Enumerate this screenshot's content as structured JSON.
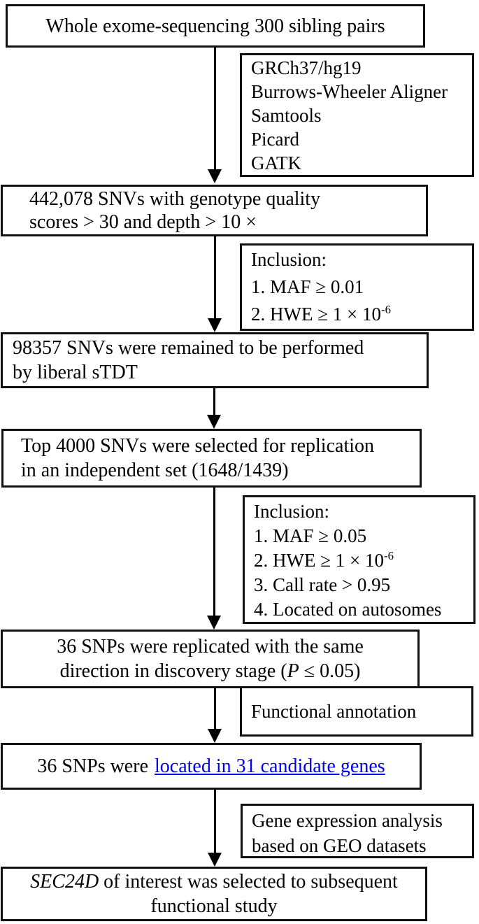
{
  "flowchart": {
    "boxes": {
      "b1": {
        "text": "Whole exome-sequencing 300 sibling pairs"
      },
      "tools": {
        "lines": [
          "GRCh37/hg19",
          "Burrows-Wheeler Aligner",
          "Samtools",
          "Picard",
          "GATK"
        ]
      },
      "b2": {
        "line1": "442,078 SNVs with genotype quality",
        "line2": "scores > 30 and depth > 10 ×"
      },
      "inclusion1": {
        "title": "Inclusion:",
        "item1": "1. MAF ≥ 0.01",
        "item2_base": "2. HWE ≥ 1 × 10",
        "item2_sup": "-6"
      },
      "b3": {
        "line1": "98357 SNVs were remained to be performed",
        "line2": "by liberal sTDT"
      },
      "b4": {
        "line1": "Top 4000 SNVs were selected for replication",
        "line2": "in an independent set (1648/1439)"
      },
      "inclusion2": {
        "title": "Inclusion:",
        "item1": "1. MAF ≥ 0.05",
        "item2_base": "2. HWE ≥ 1 × 10",
        "item2_sup": "-6",
        "item3": "3. Call rate > 0.95",
        "item4": "4. Located on autosomes"
      },
      "b5": {
        "line1": "36 SNPs were replicated with the same",
        "line2_pre": "direction in discovery stage (",
        "line2_var": "P",
        "line2_post": " ≤ 0.05)"
      },
      "functional": {
        "text": "Functional annotation"
      },
      "b6": {
        "prefix": "36 SNPs were",
        "link_text": "located in 31 candidate genes"
      },
      "geo": {
        "line1": "Gene expression analysis",
        "line2": "based on GEO datasets"
      },
      "b7": {
        "gene": "SEC24D",
        "line1_rest": " of interest was selected to subsequent",
        "line2": "functional study"
      }
    },
    "colors": {
      "link": "#0000EE",
      "border": "#111111",
      "arrow": "#000000"
    }
  }
}
